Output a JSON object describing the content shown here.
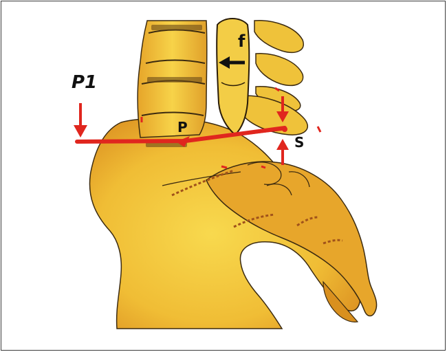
{
  "figure": {
    "labels": {
      "p1": "P1",
      "p": "P",
      "s": "S",
      "f": "f"
    },
    "colors": {
      "bone_light": "#f6d24a",
      "bone_mid": "#e9a92b",
      "bone_dark": "#b86f14",
      "outline": "#3b2a10",
      "annotation_red": "#e0261e",
      "label_black": "#111111",
      "frame": "#3a3a3a"
    },
    "icons": [
      "arrow-down-icon",
      "arrow-up-icon",
      "arrow-left-icon"
    ]
  }
}
